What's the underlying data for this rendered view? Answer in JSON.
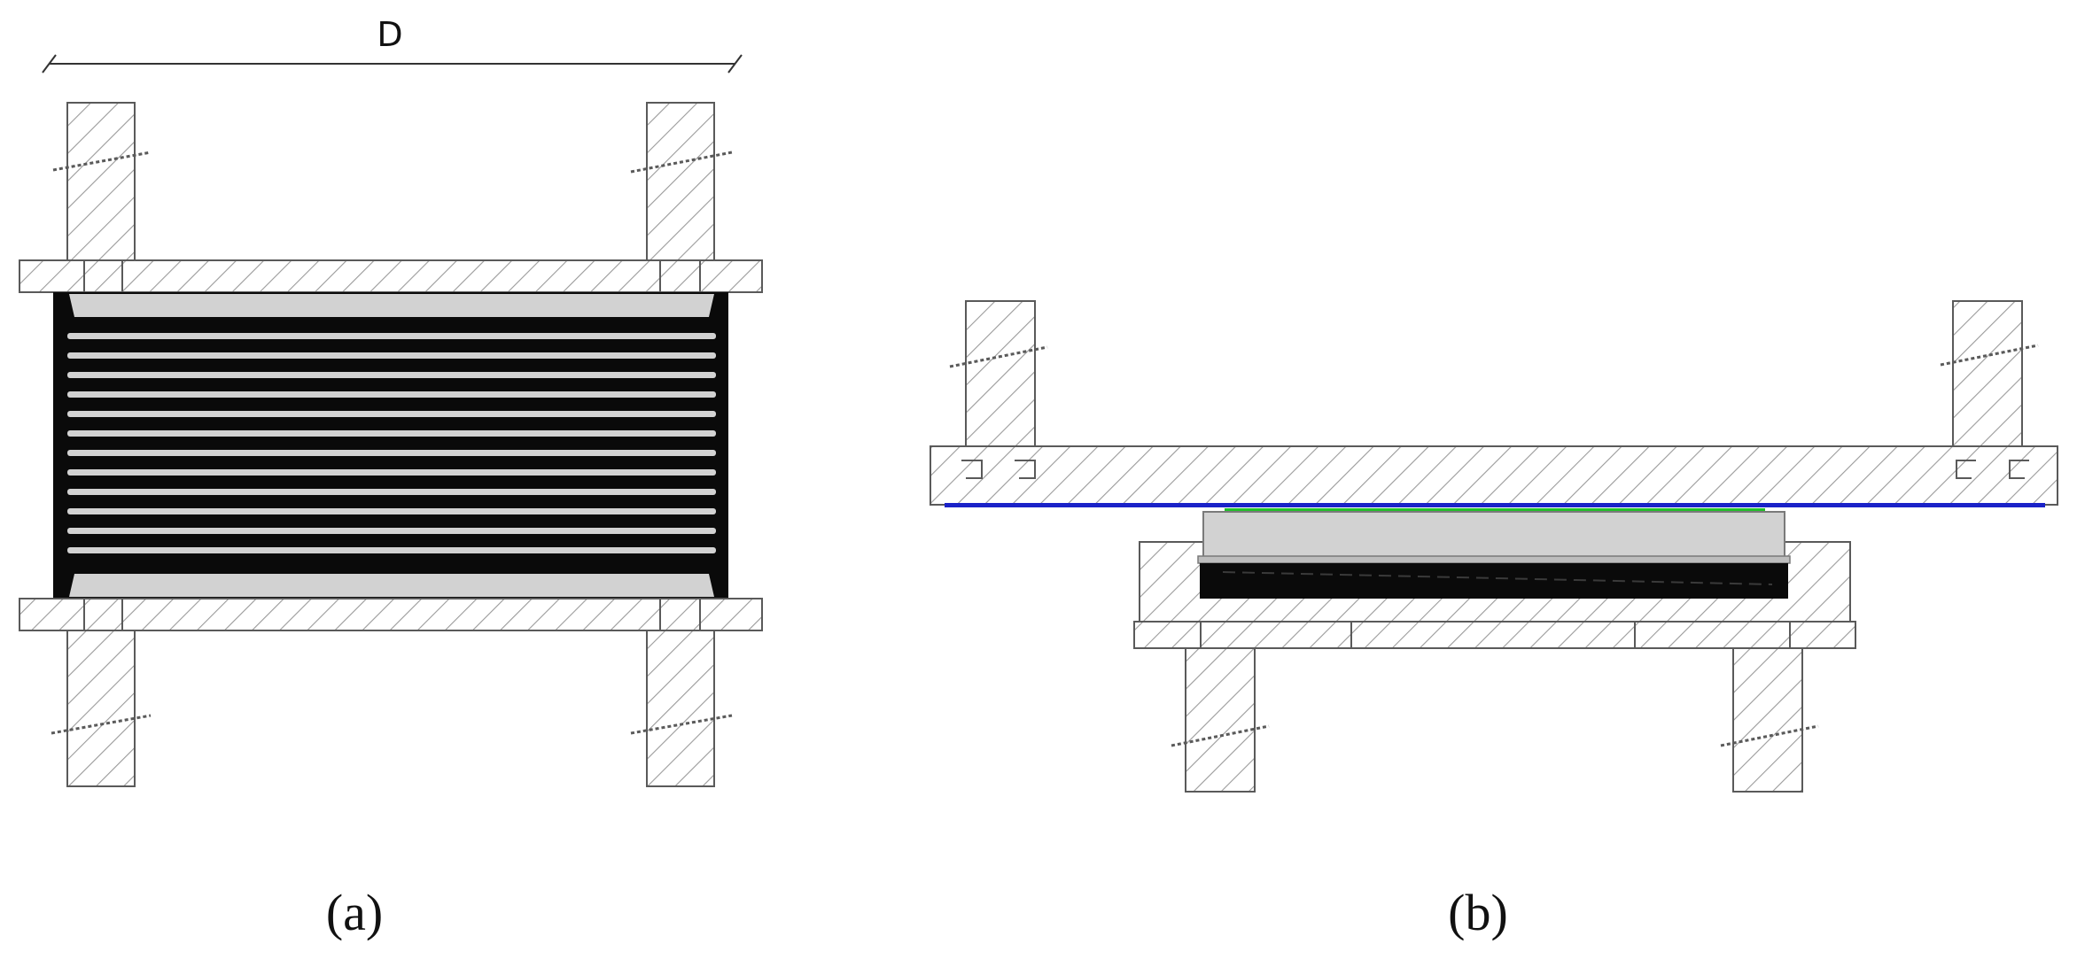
{
  "panels": [
    {
      "id": "a",
      "caption": "(a)",
      "dimension_label": "D"
    },
    {
      "id": "b",
      "caption": "(b)"
    }
  ],
  "colors": {
    "line": "#5a5a5a",
    "hatch": "#9a9a9a",
    "rubber": "#0a0a0a",
    "shim": "#d2d2d2",
    "blue_layer": "#1a22c8",
    "green_layer": "#22c02a"
  }
}
